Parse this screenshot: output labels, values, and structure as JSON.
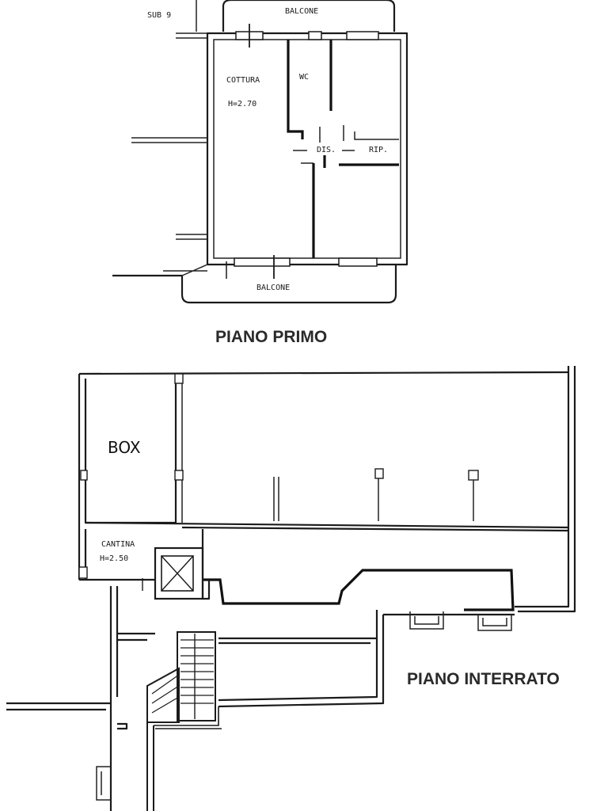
{
  "first_floor": {
    "title": "PIANO PRIMO",
    "labels": {
      "sub": "SUB 9",
      "balcony_top": "BALCONE",
      "kitchen": "COTTURA",
      "kitchen_height": "H=2.70",
      "wc": "WC",
      "hallway": "DIS.",
      "storage": "RIP.",
      "balcony_bottom": "BALCONE"
    }
  },
  "basement": {
    "title": "PIANO INTERRATO",
    "labels": {
      "box": "BOX",
      "cellar": "CANTINA",
      "cellar_height": "H=2.50"
    }
  },
  "colors": {
    "line": "#1b1b1b",
    "background": "#ffffff"
  }
}
